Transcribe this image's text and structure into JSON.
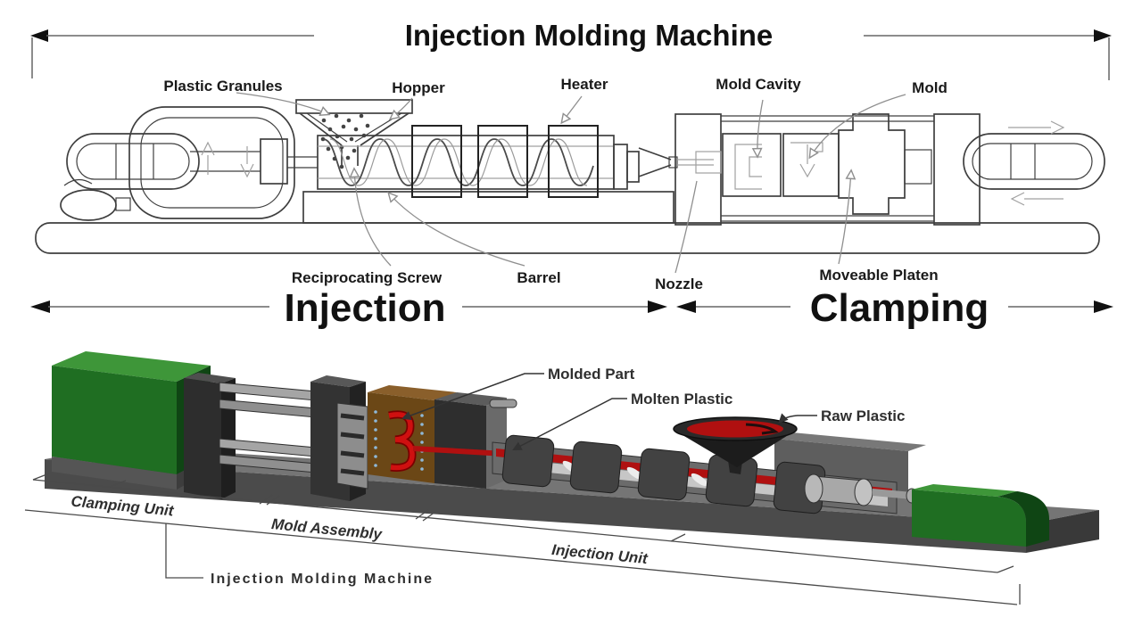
{
  "schematic": {
    "title": "Injection Molding Machine",
    "labels": {
      "plastic_granules": "Plastic Granules",
      "hopper": "Hopper",
      "heater": "Heater",
      "mold_cavity": "Mold Cavity",
      "mold": "Mold",
      "reciprocating_screw": "Reciprocating Screw",
      "barrel": "Barrel",
      "nozzle": "Nozzle",
      "moveable_platen": "Moveable Platen"
    },
    "sections": {
      "injection": "Injection",
      "clamping": "Clamping"
    }
  },
  "illustration": {
    "labels": {
      "molded_part": "Molded Part",
      "molten_plastic": "Molten Plastic",
      "raw_plastic": "Raw Plastic",
      "clamping_unit": "Clamping Unit",
      "mold_assembly": "Mold Assembly",
      "injection_unit": "Injection Unit",
      "machine": "Injection Molding Machine"
    },
    "colors": {
      "housing_green": "#1f6e22",
      "housing_green_top": "#3e9639",
      "housing_green_side": "#0f4514",
      "base_gray_top": "#757575",
      "base_gray_front": "#4b4b4b",
      "base_gray_side": "#393939",
      "molten_red": "#b01010",
      "bright_red": "#cf1010",
      "mold_brown": "#6b4716",
      "mold_brown_top": "#8a5f2b",
      "funnel_black": "#1c1c1c"
    }
  }
}
